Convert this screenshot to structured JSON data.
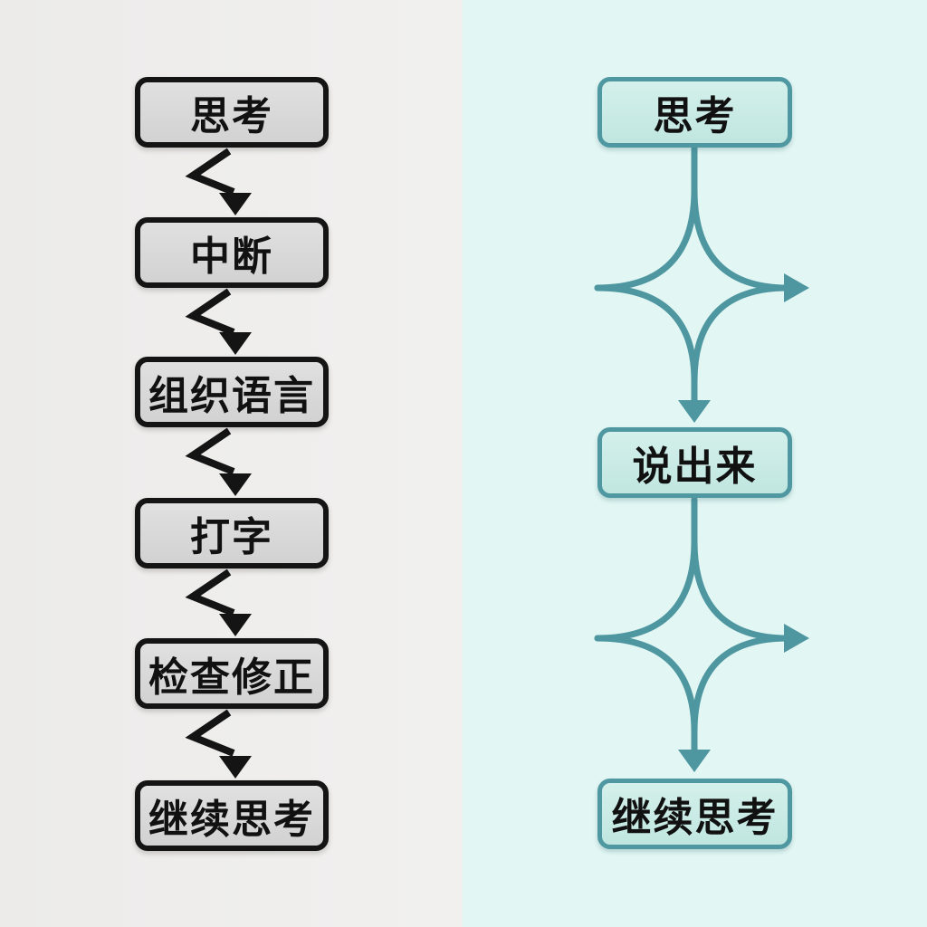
{
  "colors": {
    "left-bg": "#ecebea",
    "left-node-fill": "#d7d7d7",
    "left-node-border": "#141414",
    "left-arrow": "#141414",
    "right-bg": "#e2f6f3",
    "right-node-fill": "#c8eae5",
    "right-node-border": "#4f98a1",
    "right-arrow": "#4e96a0",
    "text": "#111111"
  },
  "left_panel": {
    "connector": "zigzag-arrow-down",
    "steps": [
      "思考",
      "中断",
      "组织语言",
      "打字",
      "检查修正",
      "继续思考"
    ]
  },
  "right_panel": {
    "connector": "curved-star-arrow",
    "steps": [
      "思考",
      "说出来",
      "继续思考"
    ]
  }
}
